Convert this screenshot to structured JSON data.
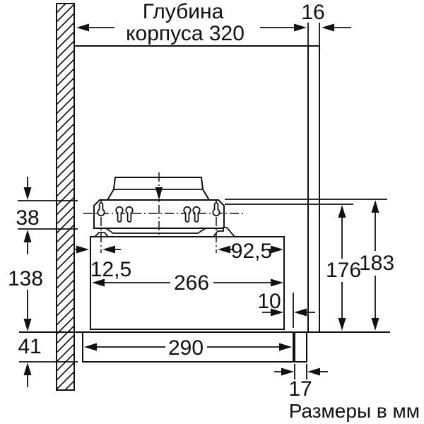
{
  "title": {
    "line1": "Глубина",
    "line2": "корпуса 320"
  },
  "footer": "Размеры в мм",
  "dims": {
    "top_panel_thickness": "16",
    "rail_height": "38",
    "body_height": "138",
    "visor_height": "41",
    "left_keyhole_offset": "12,5",
    "body_width": "266",
    "right_keyhole_offset": "92,5",
    "front_gap": "10",
    "visor_width": "290",
    "front_strip": "17",
    "height_inner": "176",
    "height_outer": "183"
  },
  "colors": {
    "line": "#111111",
    "background": "#ffffff"
  }
}
